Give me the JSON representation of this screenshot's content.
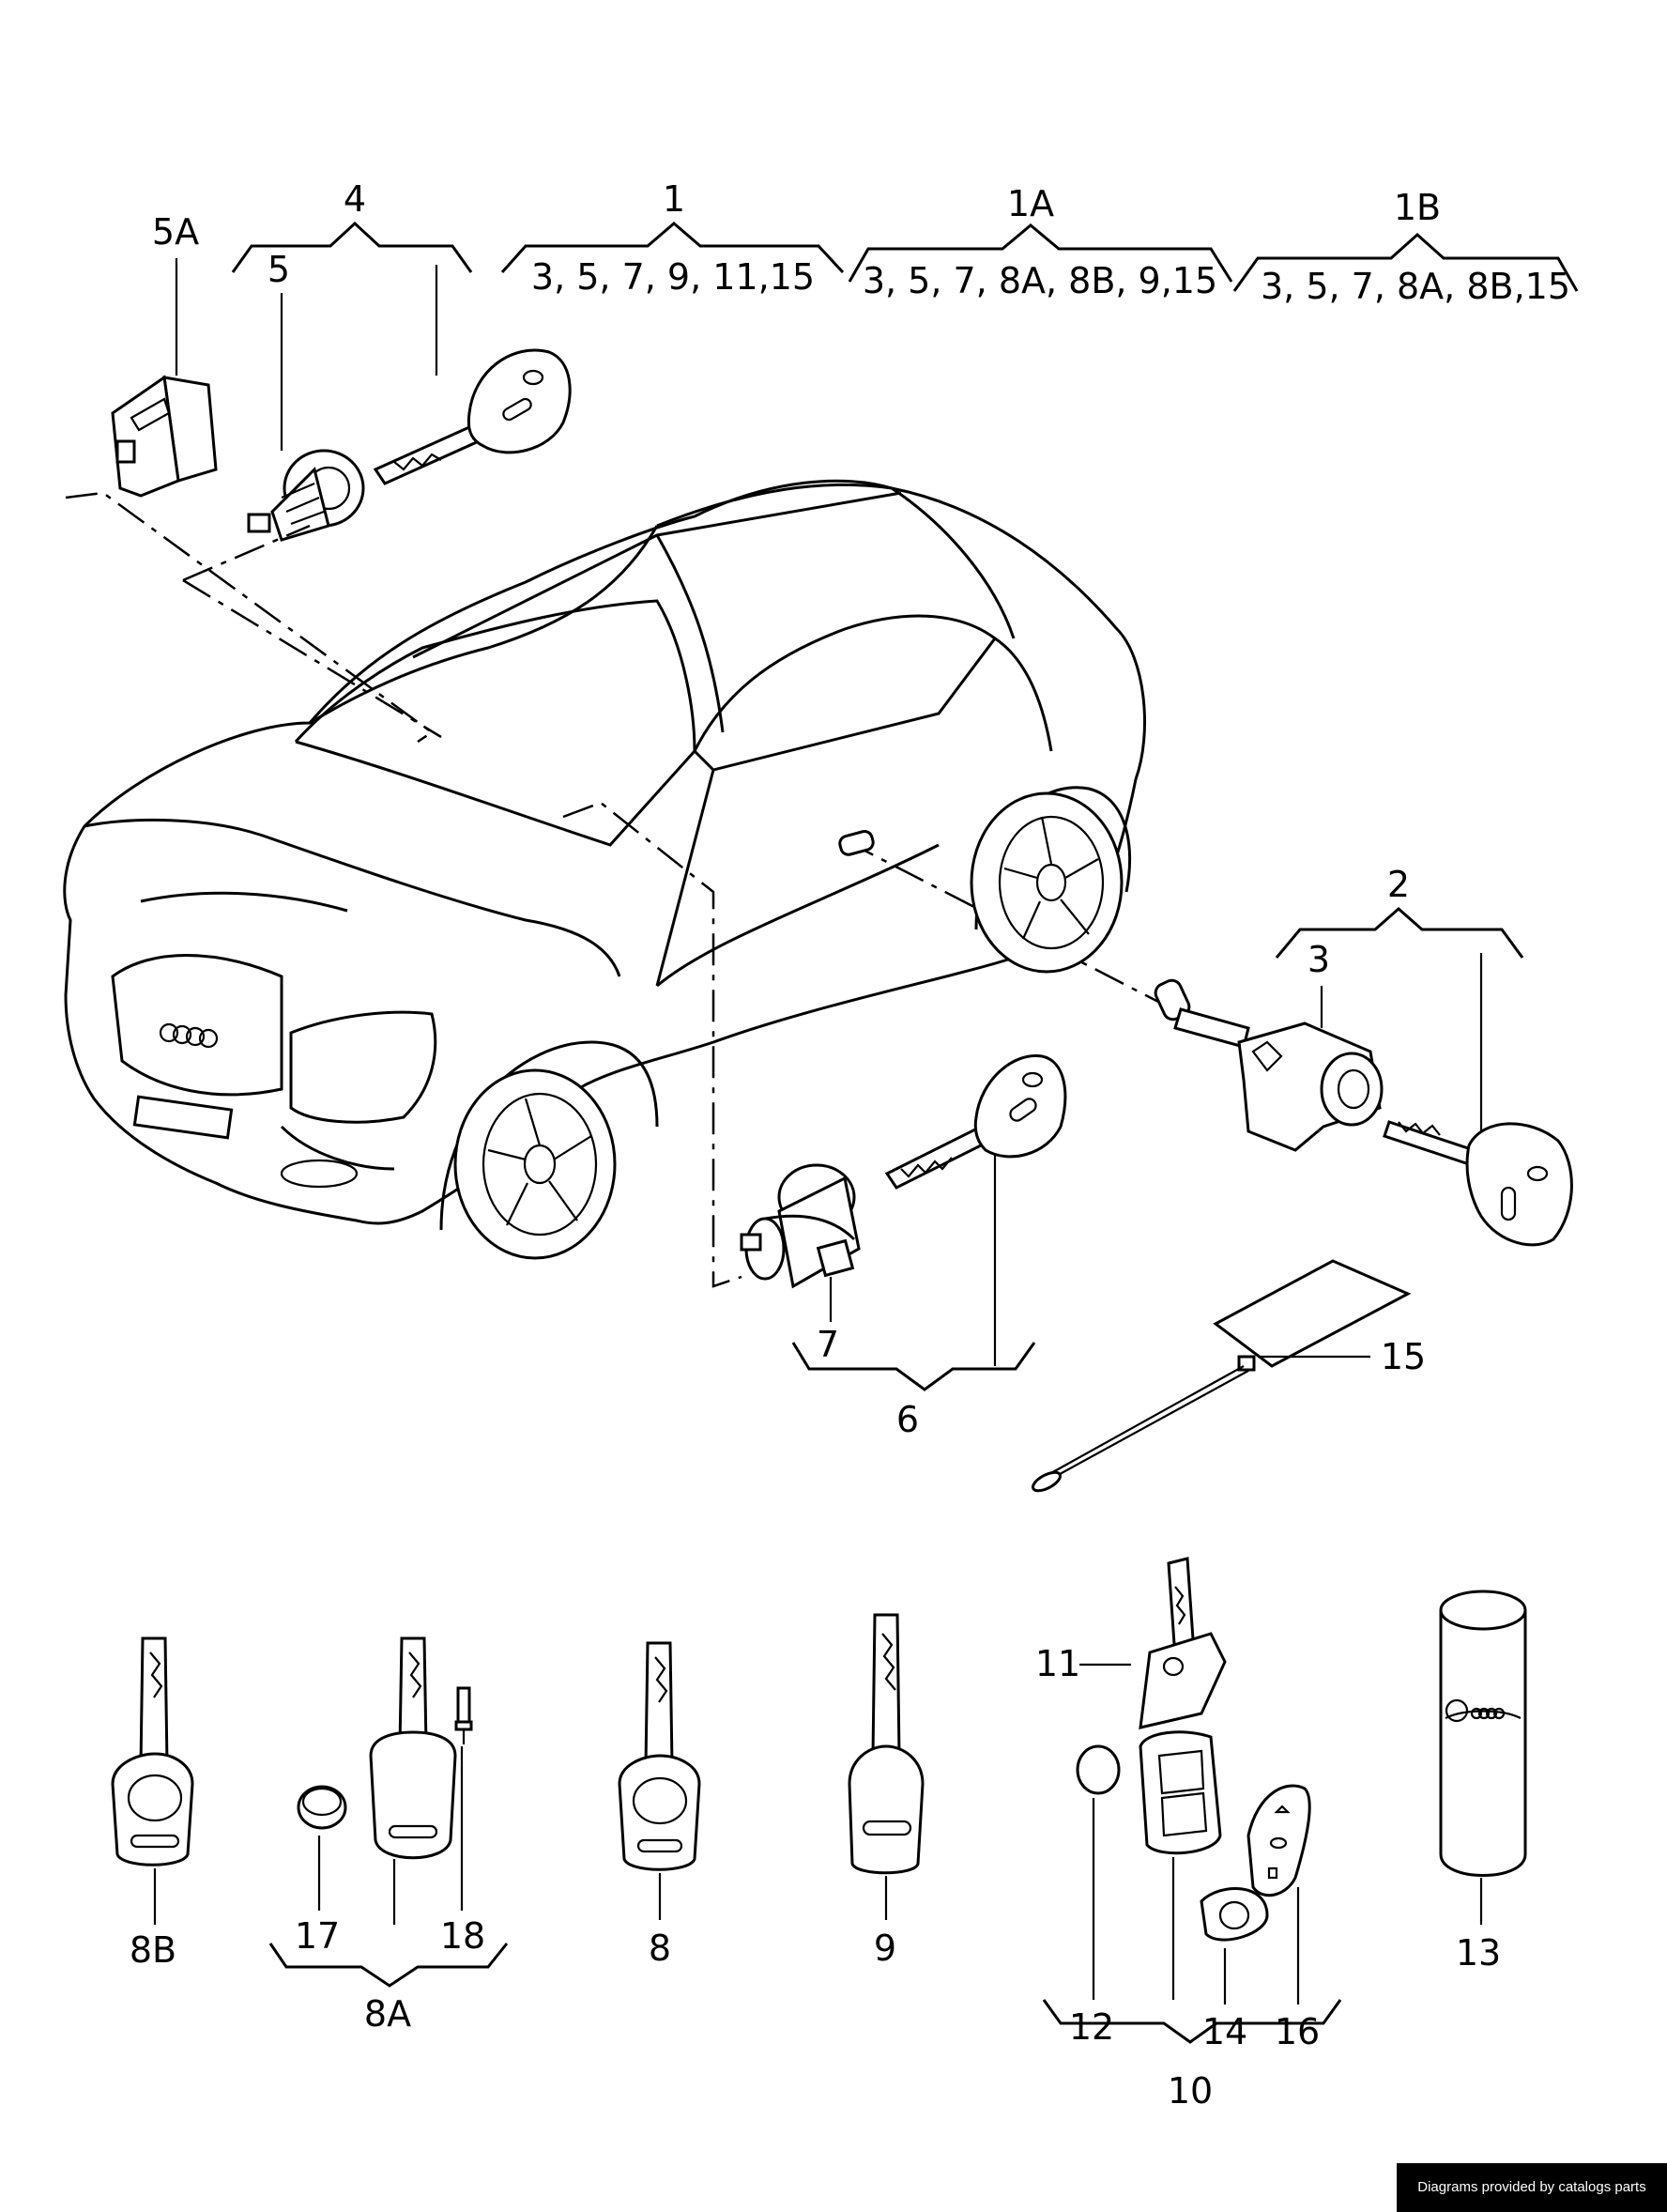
{
  "groups": {
    "g1": {
      "label": "1",
      "contents": "3, 5, 7, 9, 11,15"
    },
    "g1a": {
      "label": "1A",
      "contents": "3, 5, 7, 8A, 8B, 9,15"
    },
    "g1b": {
      "label": "1B",
      "contents": "3, 5, 7, 8A, 8B,15"
    }
  },
  "callouts": {
    "c2": "2",
    "c3": "3",
    "c4": "4",
    "c5": "5",
    "c5a": "5A",
    "c6": "6",
    "c7": "7",
    "c8": "8",
    "c8a": "8A",
    "c8b": "8B",
    "c9": "9",
    "c10": "10",
    "c11": "11",
    "c12": "12",
    "c13": "13",
    "c14": "14",
    "c15": "15",
    "c16": "16",
    "c17": "17",
    "c18": "18"
  },
  "footer": {
    "text": "Diagrams provided by catalogs parts"
  }
}
